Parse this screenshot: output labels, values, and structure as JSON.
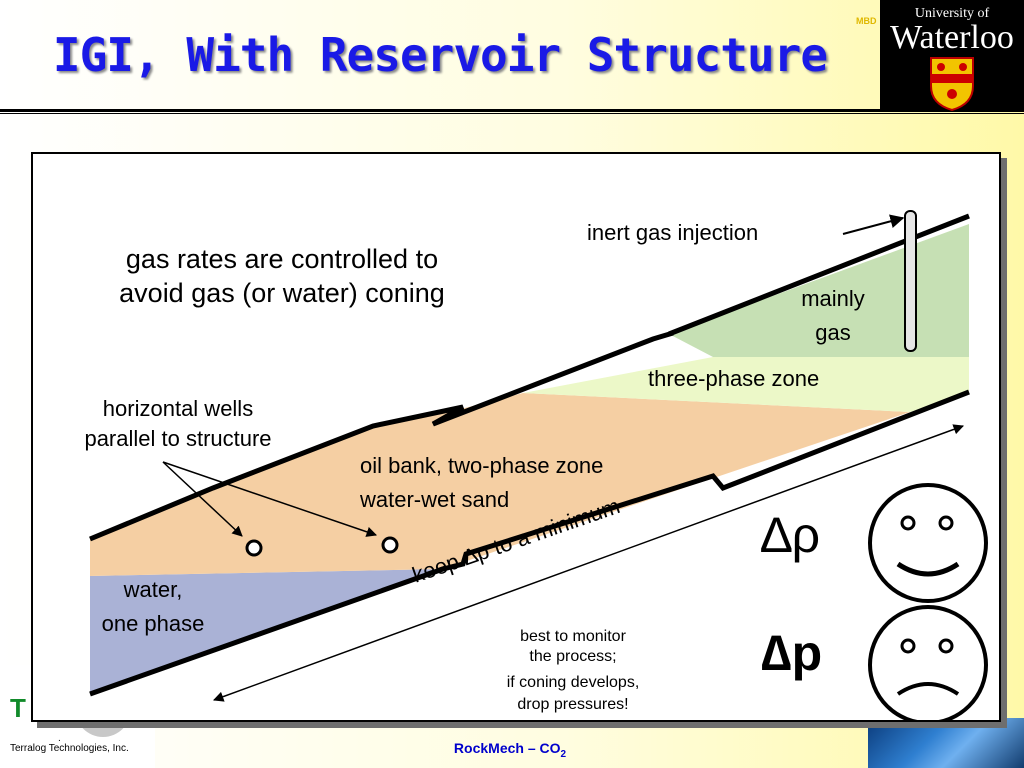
{
  "slide": {
    "title": "IGI, With Reservoir Structure",
    "footer_prefix": "RockMech – CO",
    "footer_subscript": "2",
    "logo_top": "University of",
    "logo_name": "Waterloo",
    "logo_badge": "MBD",
    "left_logo_letter": "T",
    "left_logo_name": "Terralog Technologies, Inc.",
    "left_logo_dot": "."
  },
  "diagram": {
    "note_line1": "gas rates are controlled to",
    "note_line2": "avoid gas (or water) coning",
    "inert_gas_injection": "inert gas injection",
    "mainly": "mainly",
    "gas": "gas",
    "three_phase_zone": "three-phase zone",
    "horizontal_wells_line1": "horizontal wells",
    "horizontal_wells_line2": "parallel to structure",
    "oil_bank_line1": "oil bank, two-phase zone",
    "oil_bank_line2": "water-wet sand",
    "water_line1": "water,",
    "water_line2": "one phase",
    "keep_dp": "keep ∆p to a minimum",
    "monitor_line1": "best to monitor",
    "monitor_line2": "the process;",
    "monitor_line3": "if coning develops,",
    "monitor_line4": "drop pressures!",
    "delta_rho": "∆ρ",
    "delta_p": "∆p"
  },
  "colors": {
    "title_blue": "#1a1ae6",
    "gas_zone": "#c6e0b4",
    "three_phase": "#ecf8c8",
    "oil_bank": "#f5cfa3",
    "water_zone": "#aab2d6"
  }
}
